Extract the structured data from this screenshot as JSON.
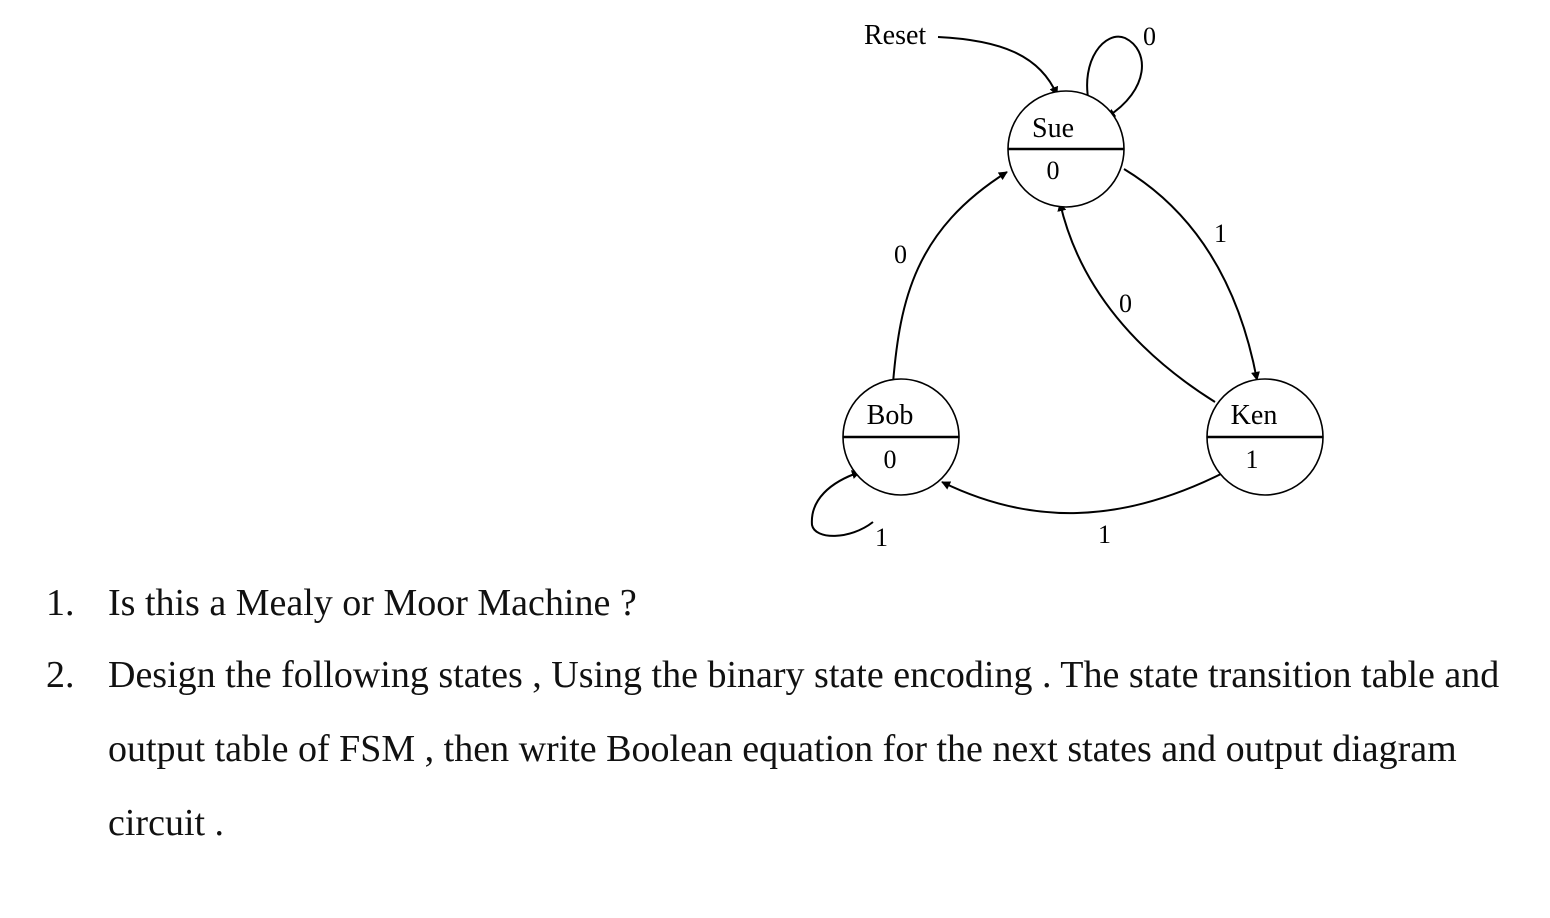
{
  "states": {
    "sue": {
      "name": "Sue",
      "output": "0"
    },
    "bob": {
      "name": "Bob",
      "output": "0"
    },
    "ken": {
      "name": "Ken",
      "output": "1"
    }
  },
  "reset_label": "Reset",
  "transitions": {
    "sue_self": "0",
    "sue_to_ken": "1",
    "ken_to_sue": "0",
    "bob_to_sue": "0",
    "ken_to_bob": "1",
    "bob_self": "1"
  },
  "questions": [
    {
      "number": "1.",
      "text": "Is this a Mealy or Moor Machine ?"
    },
    {
      "number": "2.",
      "text": "Design the following states , Using the binary state encoding . The state transition table and output table of FSM , then write Boolean equation for the next states and output diagram circuit ."
    }
  ]
}
